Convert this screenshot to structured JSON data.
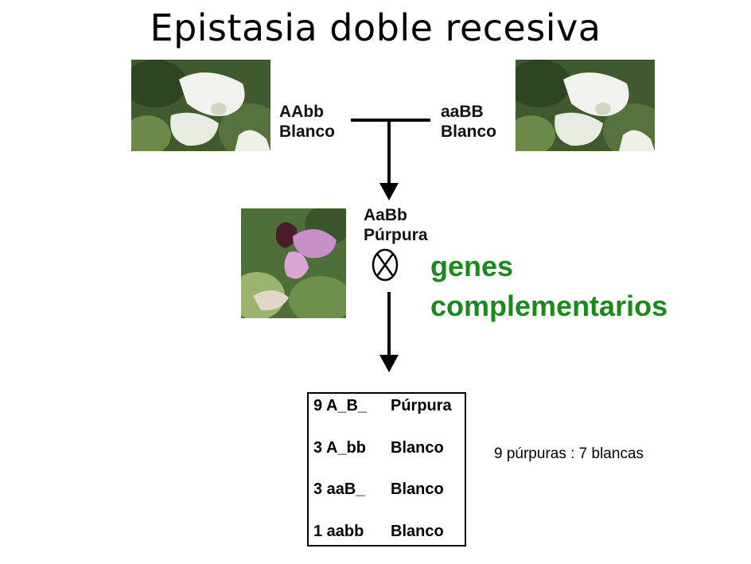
{
  "title": "Epistasia doble recesiva",
  "parents": {
    "left": {
      "genotype": "AAbb",
      "phenotype": "Blanco",
      "photo": "white-pea-flower"
    },
    "right": {
      "genotype": "aaBB",
      "phenotype": "Blanco",
      "photo": "white-pea-flower"
    }
  },
  "f1": {
    "genotype": "AaBb",
    "phenotype": "Púrpura",
    "photo": "purple-pea-flower",
    "selfing_symbol": "selfing-cross-icon"
  },
  "annotation": {
    "line1": "genes",
    "line2": "complementarios",
    "color": "#1a8a1a"
  },
  "f2_table": [
    {
      "genotype": "9 A_B_",
      "phenotype": "Púrpura"
    },
    {
      "genotype": "3 A_bb",
      "phenotype": "Blanco"
    },
    {
      "genotype": "3 aaB_",
      "phenotype": "Blanco"
    },
    {
      "genotype": "1 aabb",
      "phenotype": "Blanco"
    }
  ],
  "ratio": "9 púrpuras : 7 blancas"
}
